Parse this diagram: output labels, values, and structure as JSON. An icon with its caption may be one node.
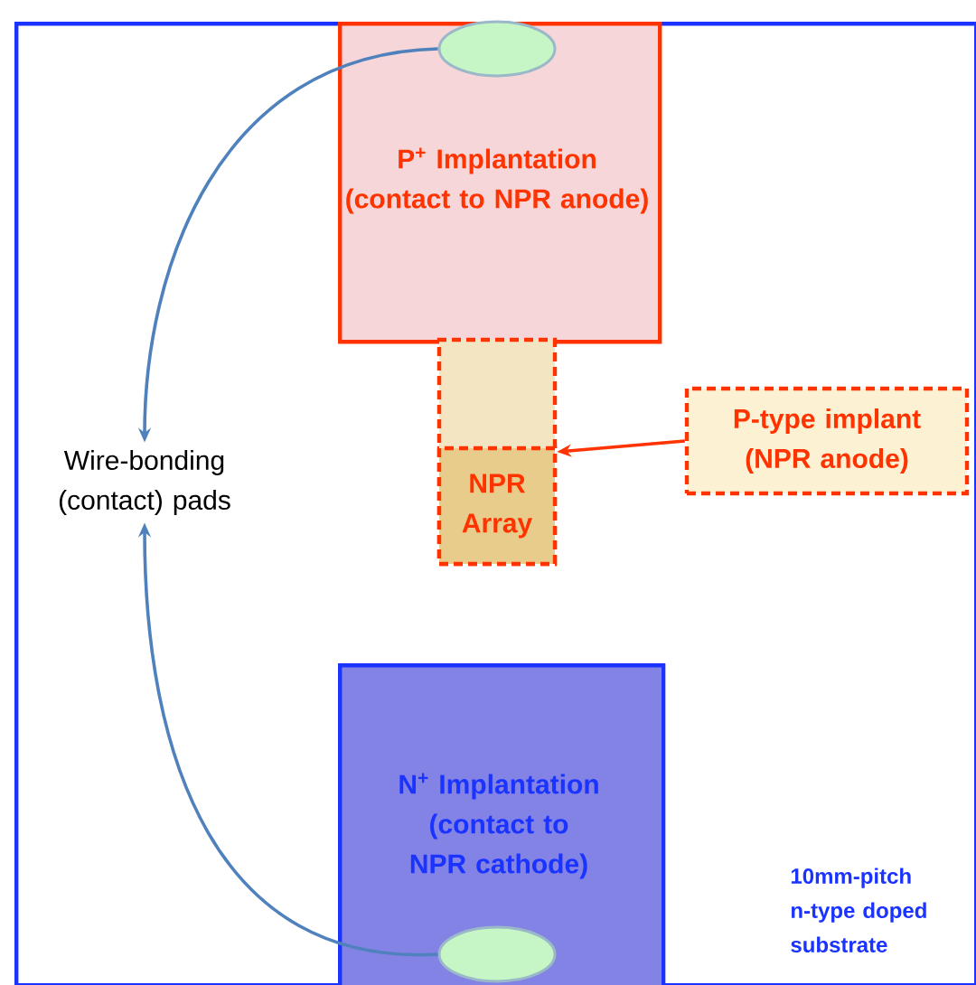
{
  "diagram": {
    "nodes": [
      {
        "text": [
          "10mm-pitch n-type doped substrate"
        ]
      },
      {
        "text": [
          "P$^{+}$ Implantation (contact to NPR anode)"
        ],
        "in": 0
      },
      {
        "text": [],
        "shape": "ellipse",
        "in": 1
      },
      {
        "text": [
          "Wire-bonding (contact) pads"
        ],
        "in": 0
      },
      {
        "text": [],
        "shape": "box",
        "in": 0
      },
      {
        "text": [
          "NPR Array"
        ],
        "in": 4
      },
      {
        "text": [
          "P-type implant (NPR anode)"
        ],
        "in": 0
      },
      {
        "text": [
          "N$^{+}$ Implantation (contact to NPR cathode)"
        ],
        "in": 0
      },
      {
        "text": [],
        "shape": "ellipse",
        "in": 7
      }
    ],
    "edges": [
      {
        "from": 2,
        "to": 3,
        "arrow": "to"
      },
      {
        "from": 8,
        "to": 3,
        "arrow": "to"
      },
      {
        "from": 6,
        "to": 4,
        "arrow": "to",
        "color": "#ff3300"
      }
    ]
  }
}
